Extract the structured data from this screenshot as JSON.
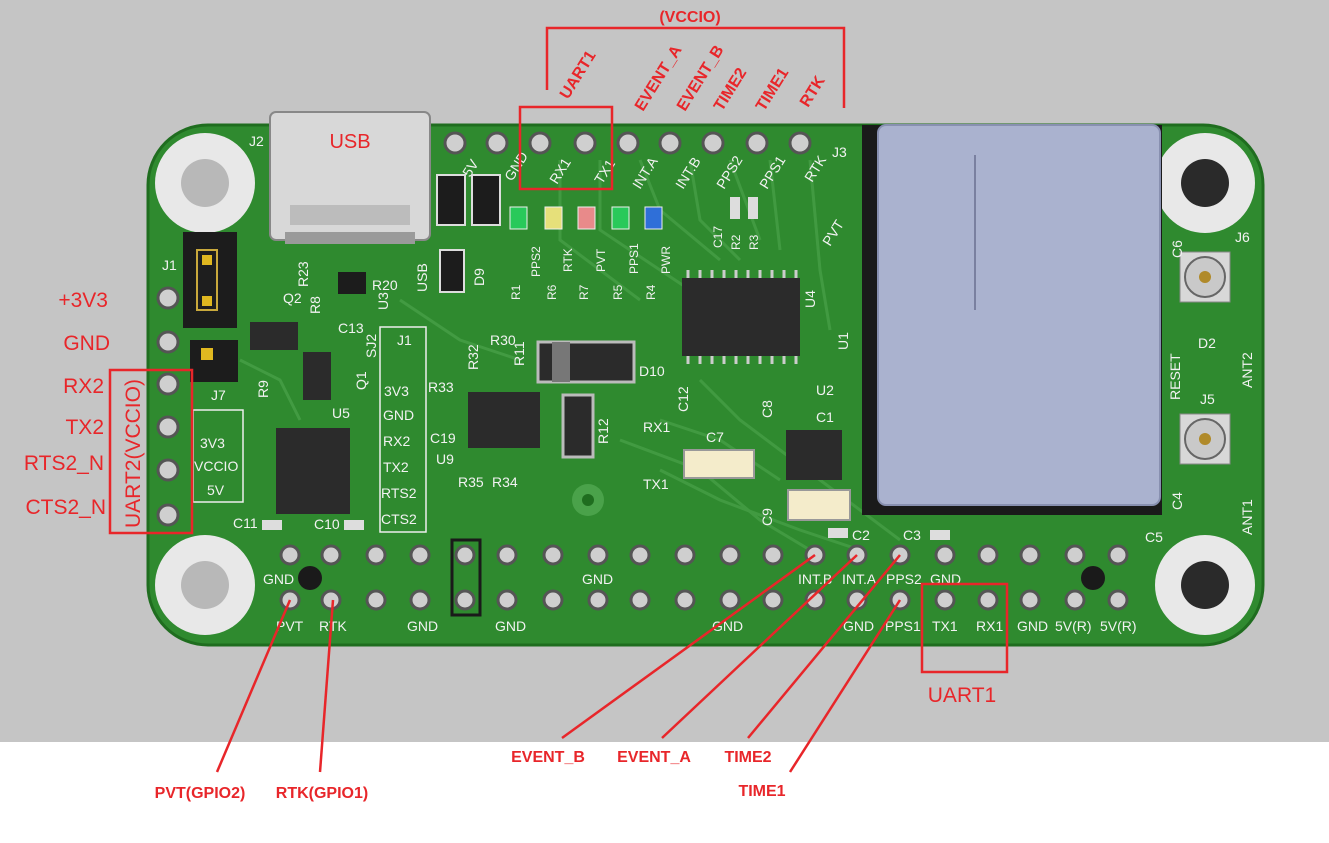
{
  "colors": {
    "background_top": "#c5c5c5",
    "pcb": "#2f8a2f",
    "pcb_dark": "#1f6d1f",
    "callout_red": "#e8262a",
    "silkscreen": "#f2f2f2",
    "module": "#aab2cf"
  },
  "top_callouts": {
    "vccio": "(VCCIO)",
    "uart1": "UART1",
    "event_a": "EVENT_A",
    "event_b": "EVENT_B",
    "time2": "TIME2",
    "time1": "TIME1",
    "rtk": "RTK"
  },
  "left_callouts": {
    "v3v3": "+3V3",
    "gnd": "GND",
    "rx2": "RX2",
    "tx2": "TX2",
    "rts2_n": "RTS2_N",
    "cts2_n": "CTS2_N",
    "uart2": "UART2(VCCIO)"
  },
  "bottom_callouts": {
    "uart1": "UART1",
    "event_b": "EVENT_B",
    "event_a": "EVENT_A",
    "time2": "TIME2",
    "time1": "TIME1",
    "pvt": "PVT(GPIO2)",
    "rtk": "RTK(GPIO1)"
  },
  "board": {
    "usb": "USB",
    "usb_side": "USB",
    "j2": "J2",
    "j3": "J3",
    "j1a": "J1",
    "j1b": "J1",
    "j7": "J7",
    "j6": "J6",
    "j5": "J5",
    "q1": "Q1",
    "q2": "Q2",
    "u1": "U1",
    "u2": "U2",
    "u3": "U3",
    "u4": "U4",
    "u5": "U5",
    "u9": "U9",
    "d2": "D2",
    "d9": "D9",
    "d10": "D10",
    "sj2": "SJ2",
    "r1": "R1",
    "r2": "R2",
    "r3": "R3",
    "r4": "R4",
    "r5": "R5",
    "r6": "R6",
    "r7": "R7",
    "r8": "R8",
    "r9": "R9",
    "r11": "R11",
    "r12": "R12",
    "r20": "R20",
    "r23": "R23",
    "r30": "R30",
    "r32": "R32",
    "r33": "R33",
    "r34": "R34",
    "r35": "R35",
    "c1": "C1",
    "c2": "C2",
    "c3": "C3",
    "c4": "C4",
    "c5": "C5",
    "c6": "C6",
    "c7": "C7",
    "c8": "C8",
    "c9": "C9",
    "c10": "C10",
    "c11": "C11",
    "c12": "C12",
    "c13": "C13",
    "c17": "C17",
    "c19": "C19",
    "reset": "RESET",
    "ant1": "ANT1",
    "ant2": "ANT2",
    "pvt": "PVT",
    "rx1": "RX1",
    "tx1": "TX1",
    "j3_pins": [
      "5V",
      "GND",
      "RX1",
      "TX1",
      "INT.A",
      "INT.B",
      "PPS2",
      "PPS1",
      "RTK"
    ],
    "leds": [
      "PPS2",
      "RTK",
      "PVT",
      "PPS1",
      "PWR"
    ],
    "j1_labels": [
      "3V3",
      "GND",
      "RX2",
      "TX2",
      "RTS2",
      "CTS2"
    ],
    "j7_labels": [
      "3V3",
      "VCCIO",
      "5V"
    ],
    "bottom_row1": {
      "gnd_left": "GND",
      "gnd_mid": "GND",
      "int_b": "INT.B",
      "int_a": "INT.A",
      "pps2": "PPS2",
      "gnd_right": "GND"
    },
    "bottom_row2": {
      "pvt": "PVT",
      "rtk": "RTK",
      "gnd1": "GND",
      "gnd2": "GND",
      "gnd3": "GND",
      "gnd4": "GND",
      "pps1": "PPS1",
      "tx1": "TX1",
      "rx1": "RX1",
      "gnd5": "GND",
      "v5r1": "5V(R)",
      "v5r2": "5V(R)"
    }
  }
}
